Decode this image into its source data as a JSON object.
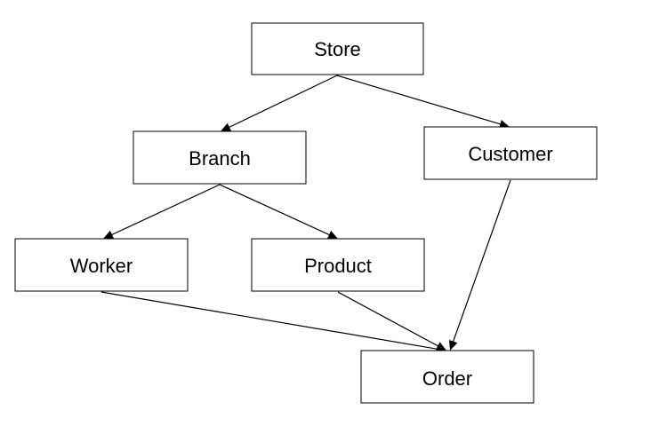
{
  "diagram": {
    "nodes": [
      {
        "id": "store",
        "label": "Store"
      },
      {
        "id": "branch",
        "label": "Branch"
      },
      {
        "id": "customer",
        "label": "Customer"
      },
      {
        "id": "worker",
        "label": "Worker"
      },
      {
        "id": "product",
        "label": "Product"
      },
      {
        "id": "order",
        "label": "Order"
      }
    ],
    "edges": [
      {
        "from": "store",
        "to": "branch"
      },
      {
        "from": "store",
        "to": "customer"
      },
      {
        "from": "branch",
        "to": "worker"
      },
      {
        "from": "branch",
        "to": "product"
      },
      {
        "from": "worker",
        "to": "order"
      },
      {
        "from": "product",
        "to": "order"
      },
      {
        "from": "customer",
        "to": "order"
      }
    ]
  }
}
